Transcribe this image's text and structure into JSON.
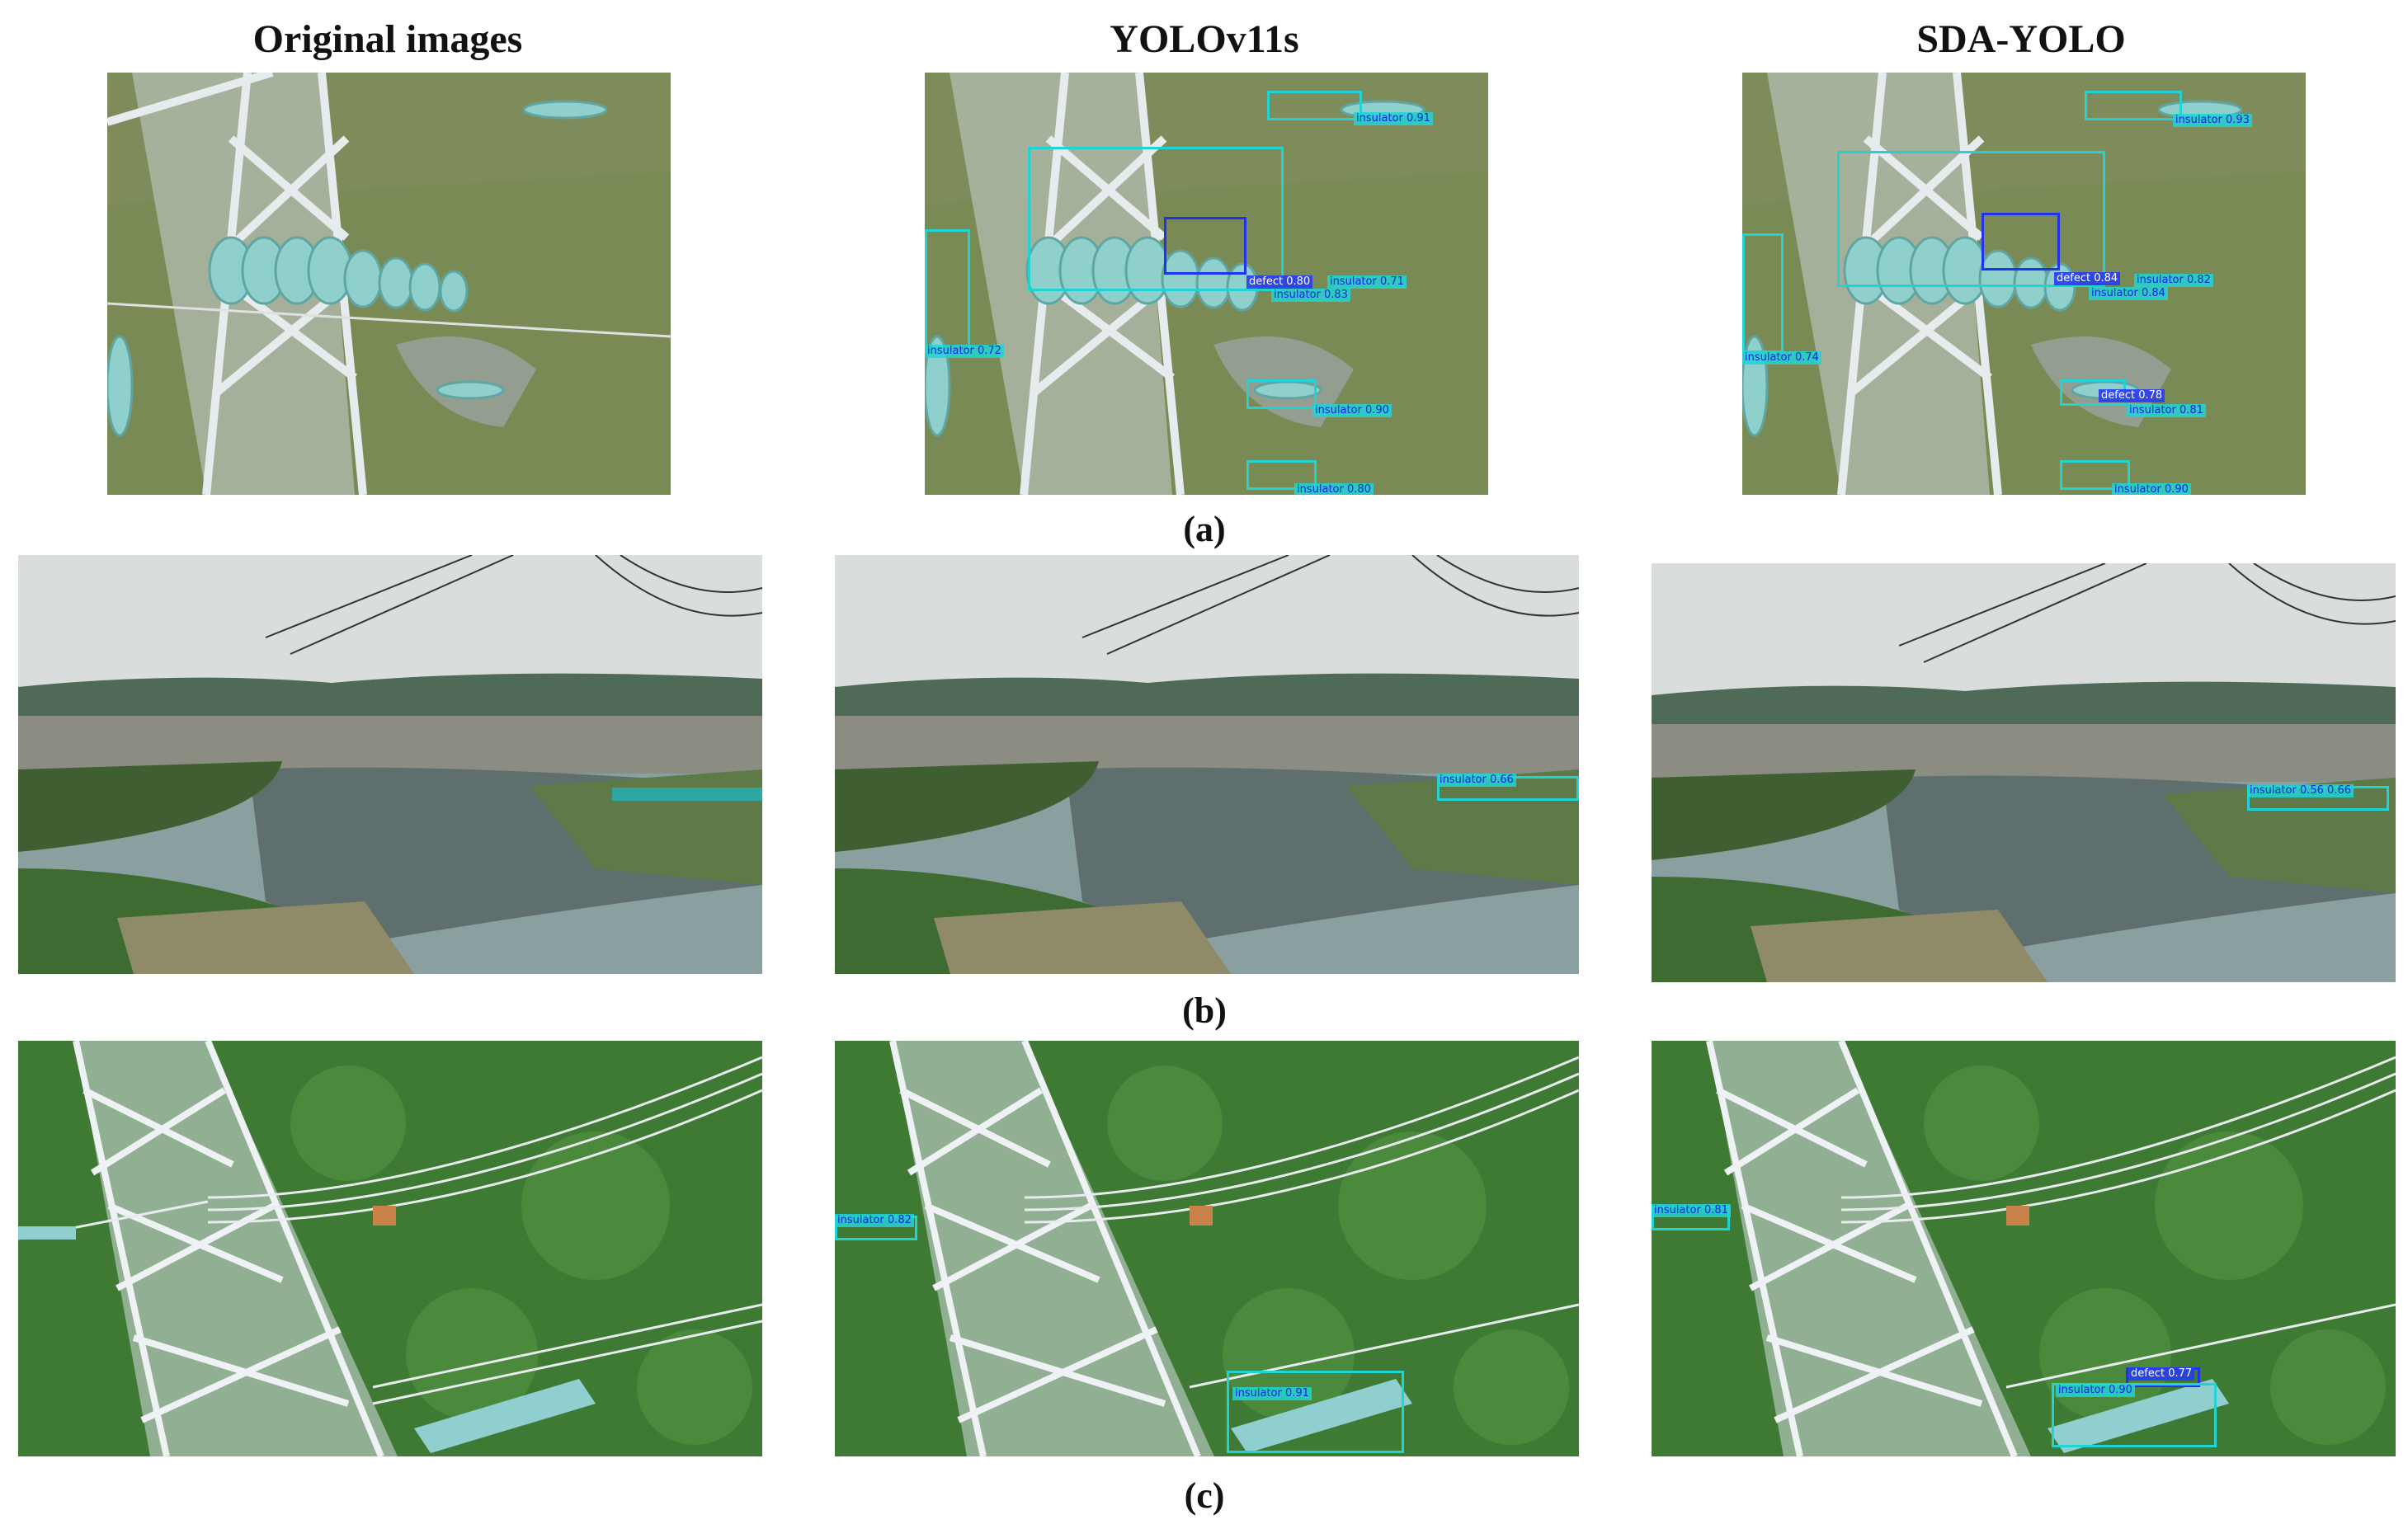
{
  "columns": {
    "original": "Original images",
    "yolo": "YOLOv11s",
    "sda": "SDA-YOLO"
  },
  "rows": {
    "a": "(a)",
    "b": "(b)",
    "c": "(c)"
  },
  "detections": {
    "a_yolo": {
      "d1": "insulator 0.91",
      "d2": "defect 0.80",
      "d3": "insulator 0.71",
      "d4": "insulator 0.83",
      "d5": "insulator 0.72",
      "d6": "insulator 0.90",
      "d7": "insulator 0.80"
    },
    "a_sda": {
      "d1": "insulator 0.93",
      "d2": "defect 0.84",
      "d3": "insulator 0.82",
      "d4": "insulator 0.84",
      "d5": "insulator 0.74",
      "d6": "defect 0.78",
      "d7": "insulator 0.81",
      "d8": "insulator 0.90"
    },
    "b_yolo": {
      "d1": "insulator 0.66"
    },
    "b_sda": {
      "d1": "insulator 0.56 0.66"
    },
    "c_yolo": {
      "d1": "insulator 0.82",
      "d2": "insulator 0.91"
    },
    "c_sda": {
      "d1": "insulator 0.81",
      "d2": "defect 0.77",
      "d3": "insulator 0.90"
    }
  }
}
